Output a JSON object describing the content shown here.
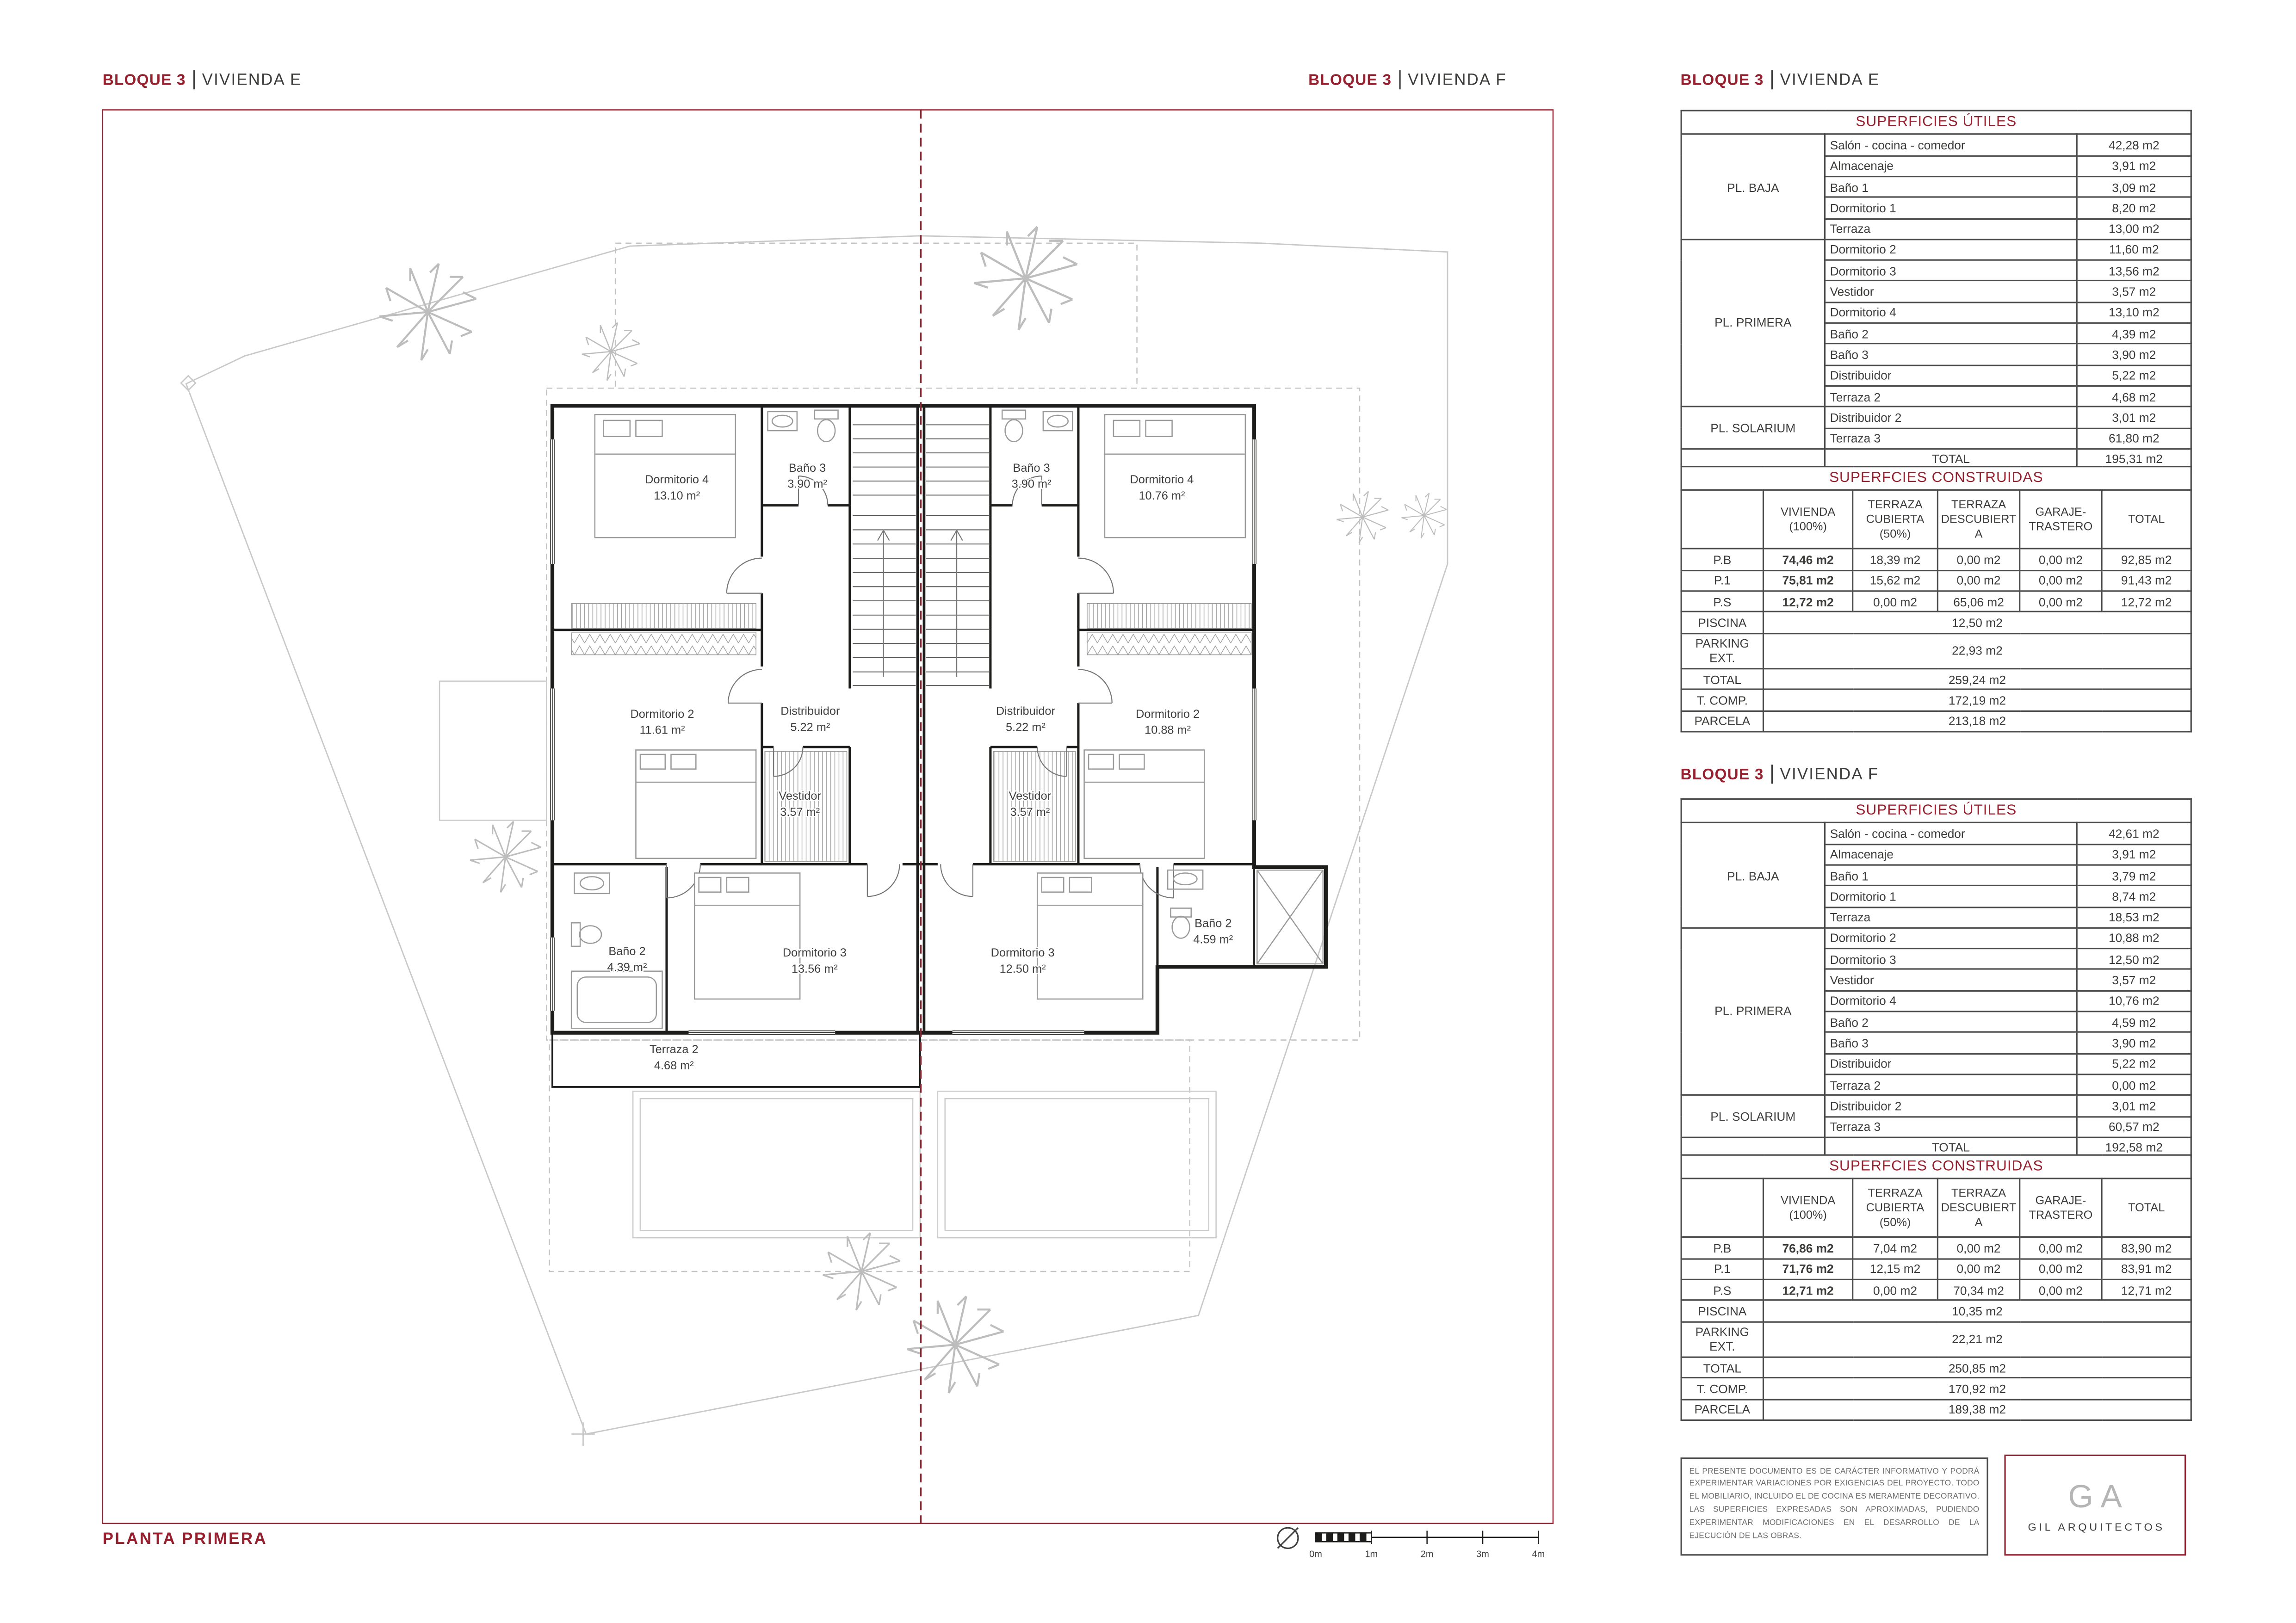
{
  "theme": {
    "accent": "#97202f",
    "ink": "#3c3c3b",
    "line_gray": "#c9c9c9"
  },
  "plan_headers": {
    "left": {
      "bloque": "BLOQUE 3",
      "vivienda": "VIVIENDA E"
    },
    "right": {
      "bloque": "BLOQUE 3",
      "vivienda": "VIVIENDA F"
    }
  },
  "footer": {
    "title": "PLANTA PRIMERA"
  },
  "scalebar": {
    "icon": "diameter-symbol",
    "labels": [
      "0m",
      "1m",
      "2m",
      "3m",
      "4m"
    ]
  },
  "plan": {
    "rooms": {
      "e_dorm4": {
        "name": "Dormitorio 4",
        "area": "13.10 m²"
      },
      "e_bano3": {
        "name": "Baño 3",
        "area": "3.90 m²"
      },
      "f_bano3": {
        "name": "Baño 3",
        "area": "3.90 m²"
      },
      "f_dorm4": {
        "name": "Dormitorio 4",
        "area": "10.76 m²"
      },
      "e_dorm2": {
        "name": "Dormitorio 2",
        "area": "11.61 m²"
      },
      "e_distribuidor": {
        "name": "Distribuidor",
        "area": "5.22 m²"
      },
      "f_distribuidor": {
        "name": "Distribuidor",
        "area": "5.22 m²"
      },
      "f_dorm2": {
        "name": "Dormitorio 2",
        "area": "10.88 m²"
      },
      "e_vestidor": {
        "name": "Vestidor",
        "area": "3.57 m²"
      },
      "f_vestidor": {
        "name": "Vestidor",
        "area": "3.57 m²"
      },
      "e_bano2": {
        "name": "Baño 2",
        "area": "4.39 m²"
      },
      "f_bano2": {
        "name": "Baño 2",
        "area": "4.59 m²"
      },
      "e_dorm3": {
        "name": "Dormitorio 3",
        "area": "13.56 m²"
      },
      "f_dorm3": {
        "name": "Dormitorio 3",
        "area": "12.50 m²"
      },
      "e_terraza2": {
        "name": "Terraza 2",
        "area": "4.68 m²"
      }
    }
  },
  "panel_e": {
    "header": {
      "bloque": "BLOQUE 3",
      "vivienda": "VIVIENDA E"
    },
    "utiles": {
      "title": "SUPERFICIES ÚTILES",
      "groups": [
        {
          "label": "PL. BAJA"
        },
        {
          "label": "PL. PRIMERA"
        },
        {
          "label": "PL. SOLARIUM"
        }
      ],
      "rows": [
        [
          "Salón - cocina - comedor",
          "42,28 m2"
        ],
        [
          "Almacenaje",
          "3,91 m2"
        ],
        [
          "Baño 1",
          "3,09 m2"
        ],
        [
          "Dormitorio 1",
          "8,20 m2"
        ],
        [
          "Terraza",
          "13,00 m2"
        ],
        [
          "Dormitorio 2",
          "11,60 m2"
        ],
        [
          "Dormitorio 3",
          "13,56 m2"
        ],
        [
          "Vestidor",
          "3,57 m2"
        ],
        [
          "Dormitorio 4",
          "13,10 m2"
        ],
        [
          "Baño 2",
          "4,39 m2"
        ],
        [
          "Baño 3",
          "3,90 m2"
        ],
        [
          "Distribuidor",
          "5,22 m2"
        ],
        [
          "Terraza 2",
          "4,68 m2"
        ],
        [
          "Distribuidor 2",
          "3,01 m2"
        ],
        [
          "Terraza 3",
          "61,80 m2"
        ],
        [
          "TOTAL",
          "195,31 m2"
        ]
      ]
    },
    "construidas": {
      "title": "SUPERFCIES CONSTRUIDAS",
      "col_headers": [
        "VIVIENDA (100%)",
        "TERRAZA CUBIERTA (50%)",
        "TERRAZA DESCUBIERTA",
        "GARAJE-TRASTERO",
        "TOTAL"
      ],
      "floor_rows": [
        {
          "label": "P.B",
          "cells": [
            "74,46 m2",
            "18,39 m2",
            "0,00 m2",
            "0,00 m2",
            "92,85 m2"
          ]
        },
        {
          "label": "P.1",
          "cells": [
            "75,81 m2",
            "15,62 m2",
            "0,00 m2",
            "0,00 m2",
            "91,43 m2"
          ]
        },
        {
          "label": "P.S",
          "cells": [
            "12,72 m2",
            "0,00 m2",
            "65,06 m2",
            "0,00 m2",
            "12,72 m2"
          ]
        }
      ],
      "span_rows": [
        {
          "label": "PISCINA",
          "value": "12,50 m2"
        },
        {
          "label": "PARKING EXT.",
          "value": "22,93 m2"
        },
        {
          "label": "TOTAL",
          "value": "259,24 m2"
        },
        {
          "label": "T. COMP.",
          "value": "172,19 m2"
        },
        {
          "label": "PARCELA",
          "value": "213,18 m2"
        }
      ]
    }
  },
  "panel_f": {
    "header": {
      "bloque": "BLOQUE 3",
      "vivienda": "VIVIENDA F"
    },
    "utiles": {
      "title": "SUPERFICIES ÚTILES",
      "groups": [
        {
          "label": "PL. BAJA"
        },
        {
          "label": "PL. PRIMERA"
        },
        {
          "label": "PL. SOLARIUM"
        }
      ],
      "rows": [
        [
          "Salón - cocina - comedor",
          "42,61 m2"
        ],
        [
          "Almacenaje",
          "3,91 m2"
        ],
        [
          "Baño 1",
          "3,79 m2"
        ],
        [
          "Dormitorio 1",
          "8,74 m2"
        ],
        [
          "Terraza",
          "18,53 m2"
        ],
        [
          "Dormitorio 2",
          "10,88 m2"
        ],
        [
          "Dormitorio 3",
          "12,50 m2"
        ],
        [
          "Vestidor",
          "3,57 m2"
        ],
        [
          "Dormitorio 4",
          "10,76 m2"
        ],
        [
          "Baño 2",
          "4,59 m2"
        ],
        [
          "Baño 3",
          "3,90 m2"
        ],
        [
          "Distribuidor",
          "5,22 m2"
        ],
        [
          "Terraza 2",
          "0,00 m2"
        ],
        [
          "Distribuidor 2",
          "3,01 m2"
        ],
        [
          "Terraza 3",
          "60,57 m2"
        ],
        [
          "TOTAL",
          "192,58 m2"
        ]
      ]
    },
    "construidas": {
      "title": "SUPERFCIES CONSTRUIDAS",
      "col_headers": [
        "VIVIENDA (100%)",
        "TERRAZA CUBIERTA (50%)",
        "TERRAZA DESCUBIERTA",
        "GARAJE-TRASTERO",
        "TOTAL"
      ],
      "floor_rows": [
        {
          "label": "P.B",
          "cells": [
            "76,86 m2",
            "7,04 m2",
            "0,00 m2",
            "0,00 m2",
            "83,90 m2"
          ]
        },
        {
          "label": "P.1",
          "cells": [
            "71,76 m2",
            "12,15 m2",
            "0,00 m2",
            "0,00 m2",
            "83,91 m2"
          ]
        },
        {
          "label": "P.S",
          "cells": [
            "12,71 m2",
            "0,00 m2",
            "70,34 m2",
            "0,00 m2",
            "12,71 m2"
          ]
        }
      ],
      "span_rows": [
        {
          "label": "PISCINA",
          "value": "10,35 m2"
        },
        {
          "label": "PARKING EXT.",
          "value": "22,21 m2"
        },
        {
          "label": "TOTAL",
          "value": "250,85 m2"
        },
        {
          "label": "T. COMP.",
          "value": "170,92 m2"
        },
        {
          "label": "PARCELA",
          "value": "189,38 m2"
        }
      ]
    }
  },
  "disclaimer": {
    "text": "EL PRESENTE DOCUMENTO ES DE CARÁCTER INFORMATIVO Y PODRÁ EXPERIMENTAR VARIACIONES POR EXIGENCIAS DEL PROYECTO. TODO EL MOBILIARIO, INCLUIDO EL DE COCINA ES MERAMENTE DECORATIVO. LAS SUPERFICIES EXPRESADAS SON APROXIMADAS, PUDIENDO EXPERIMENTAR MODIFICACIONES EN EL DESARROLLO DE LA EJECUCIÓN DE LAS OBRAS."
  },
  "logo": {
    "initials": "GA",
    "name": "GIL ARQUITECTOS"
  }
}
